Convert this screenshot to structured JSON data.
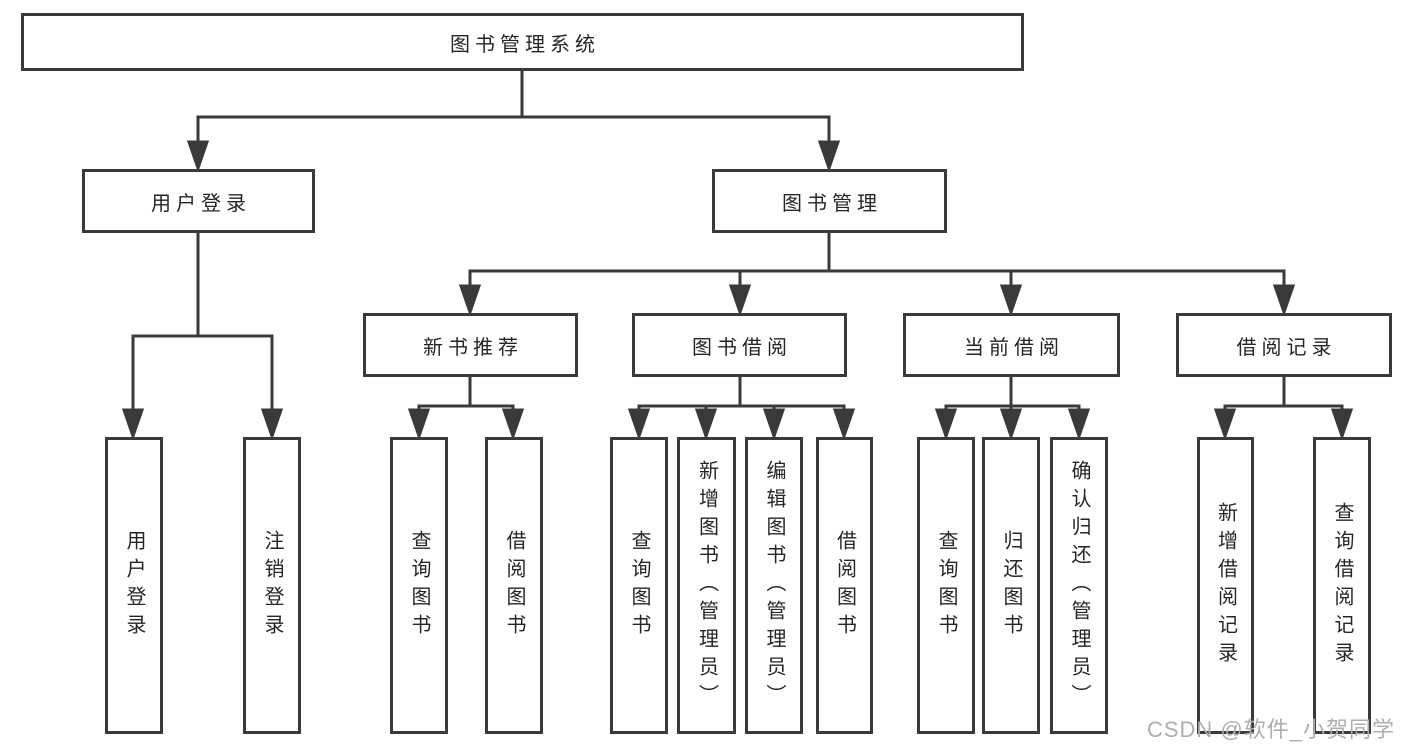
{
  "diagram": {
    "watermark": "CSDN @软件_小贺同学",
    "colors": {
      "line": "#3a3a3a",
      "box_border": "#3a3a3a",
      "text": "#262626",
      "watermark": "#aeaeae",
      "background": "#ffffff"
    },
    "tree": {
      "root": {
        "label": "图书管理系统"
      },
      "branches": [
        {
          "label": "用户登录",
          "children": [
            {
              "label": "用户登录"
            },
            {
              "label": "注销登录"
            }
          ]
        },
        {
          "label": "图书管理",
          "children": [
            {
              "label": "新书推荐",
              "children": [
                {
                  "label": "查询图书"
                },
                {
                  "label": "借阅图书"
                }
              ]
            },
            {
              "label": "图书借阅",
              "children": [
                {
                  "label": "查询图书"
                },
                {
                  "label": "新增图书（管理员）"
                },
                {
                  "label": "编辑图书（管理员）"
                },
                {
                  "label": "借阅图书"
                }
              ]
            },
            {
              "label": "当前借阅",
              "children": [
                {
                  "label": "查询图书"
                },
                {
                  "label": "归还图书"
                },
                {
                  "label": "确认归还（管理员）"
                }
              ]
            },
            {
              "label": "借阅记录",
              "children": [
                {
                  "label": "新增借阅记录"
                },
                {
                  "label": "查询借阅记录"
                }
              ]
            }
          ]
        }
      ]
    }
  }
}
